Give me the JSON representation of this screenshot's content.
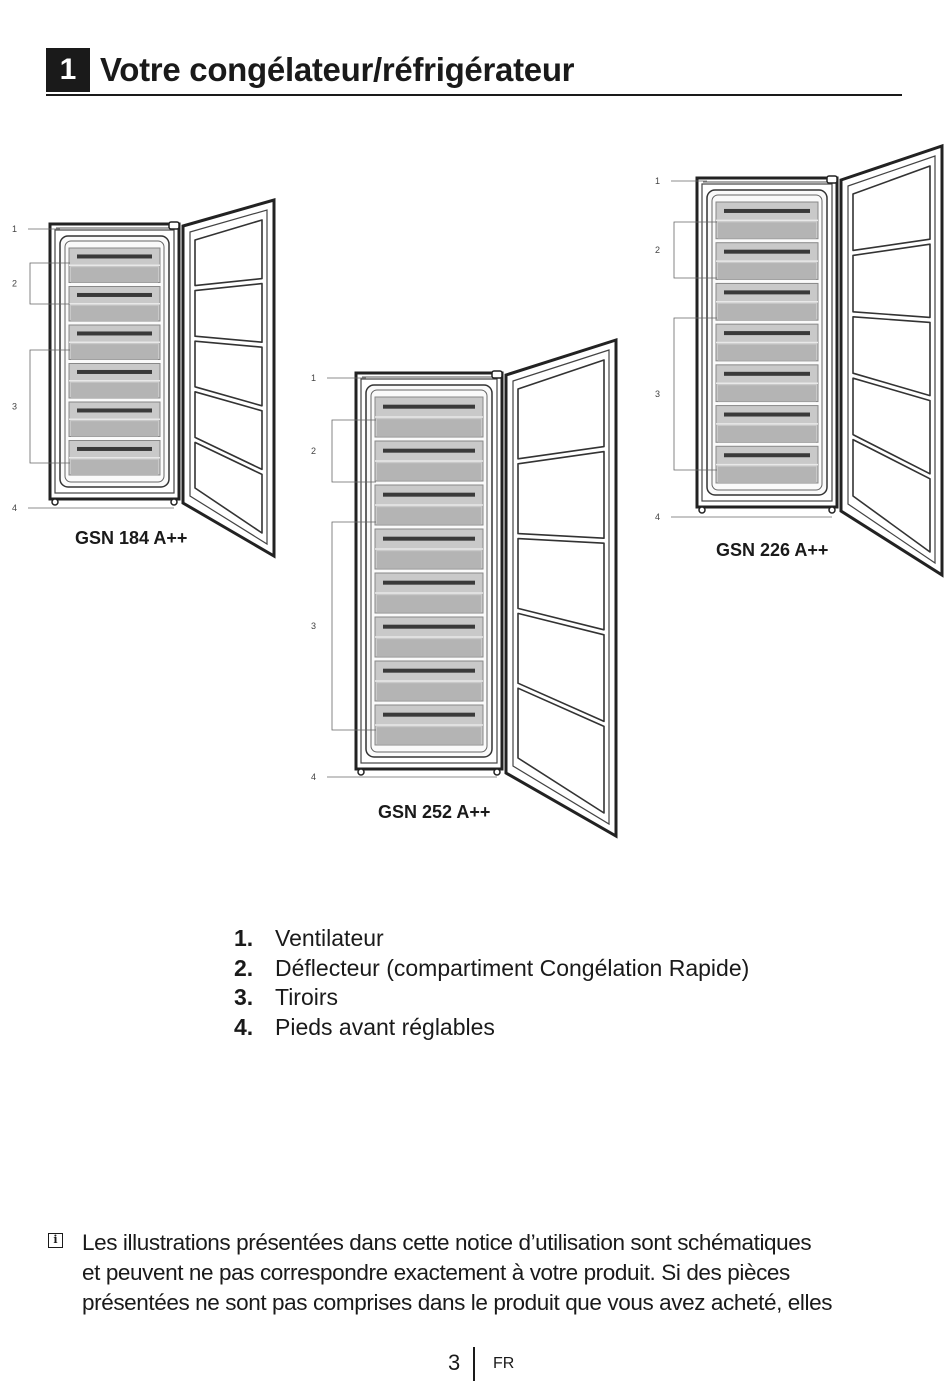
{
  "header": {
    "number": "1",
    "title": "Votre congélateur/réfrigérateur"
  },
  "figures": [
    {
      "model": "GSN 184 A++",
      "drawers": 6,
      "callouts": [
        "1",
        "2",
        "3",
        "4"
      ]
    },
    {
      "model": "GSN 252 A++",
      "drawers": 8,
      "callouts": [
        "1",
        "2",
        "3",
        "4"
      ]
    },
    {
      "model": "GSN 226 A++",
      "drawers": 7,
      "callouts": [
        "1",
        "2",
        "3",
        "4"
      ]
    }
  ],
  "legend": [
    {
      "num": "1.",
      "text": "Ventilateur"
    },
    {
      "num": "2.",
      "text": "Déflecteur (compartiment Congélation Rapide)"
    },
    {
      "num": "3.",
      "text": "Tiroirs"
    },
    {
      "num": "4.",
      "text": "Pieds avant réglables"
    }
  ],
  "note": {
    "icon": "info-icon",
    "lines": [
      "Les illustrations présentées dans cette notice d’utilisation sont schématiques",
      "et peuvent ne pas correspondre exactement à votre produit. Si des pièces",
      "présentées ne sont pas comprises dans le produit que vous avez acheté, elles"
    ]
  },
  "footer": {
    "page": "3",
    "lang": "FR"
  }
}
